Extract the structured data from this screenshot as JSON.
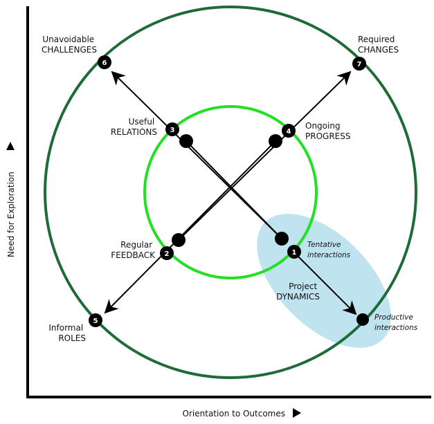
{
  "colors": {
    "outer_circle": "#1e6b38",
    "inner_circle": "#22e022",
    "ellipse": "#bfe4ef",
    "ink": "#000000"
  },
  "axes": {
    "x_label": "Orientation to Outcomes",
    "y_label": "Need for Exploration",
    "x_arrow_icon": "triangle-right",
    "y_arrow_icon": "triangle-up"
  },
  "nodes": [
    {
      "id": "1",
      "number": "1",
      "lines": [
        "Tentative",
        "interactions"
      ],
      "style": "italic"
    },
    {
      "id": "2",
      "number": "2",
      "lines": [
        "Regular",
        "FEEDBACK"
      ],
      "style": "normal"
    },
    {
      "id": "3",
      "number": "3",
      "lines": [
        "Useful",
        "RELATIONS"
      ],
      "style": "normal"
    },
    {
      "id": "4",
      "number": "4",
      "lines": [
        "Ongoing",
        "PROGRESS"
      ],
      "style": "normal"
    },
    {
      "id": "5",
      "number": "5",
      "lines": [
        "Informal",
        "ROLES"
      ],
      "style": "normal"
    },
    {
      "id": "6",
      "number": "6",
      "lines": [
        "Unavoidable",
        "CHALLENGES"
      ],
      "style": "normal"
    },
    {
      "id": "7",
      "number": "7",
      "lines": [
        "Required",
        "CHANGES"
      ],
      "style": "normal"
    }
  ],
  "outcome_node": {
    "lines": [
      "Productive",
      "interactions"
    ],
    "style": "italic"
  },
  "center_label": {
    "lines": [
      "Project",
      "DYNAMICS"
    ]
  },
  "arrows": [
    {
      "from": "start-bottom-left",
      "to": "7"
    },
    {
      "from": "start-bottom-right",
      "to": "6"
    },
    {
      "from": "start-top-right",
      "to": "5"
    },
    {
      "from": "1",
      "to": "productive"
    }
  ]
}
